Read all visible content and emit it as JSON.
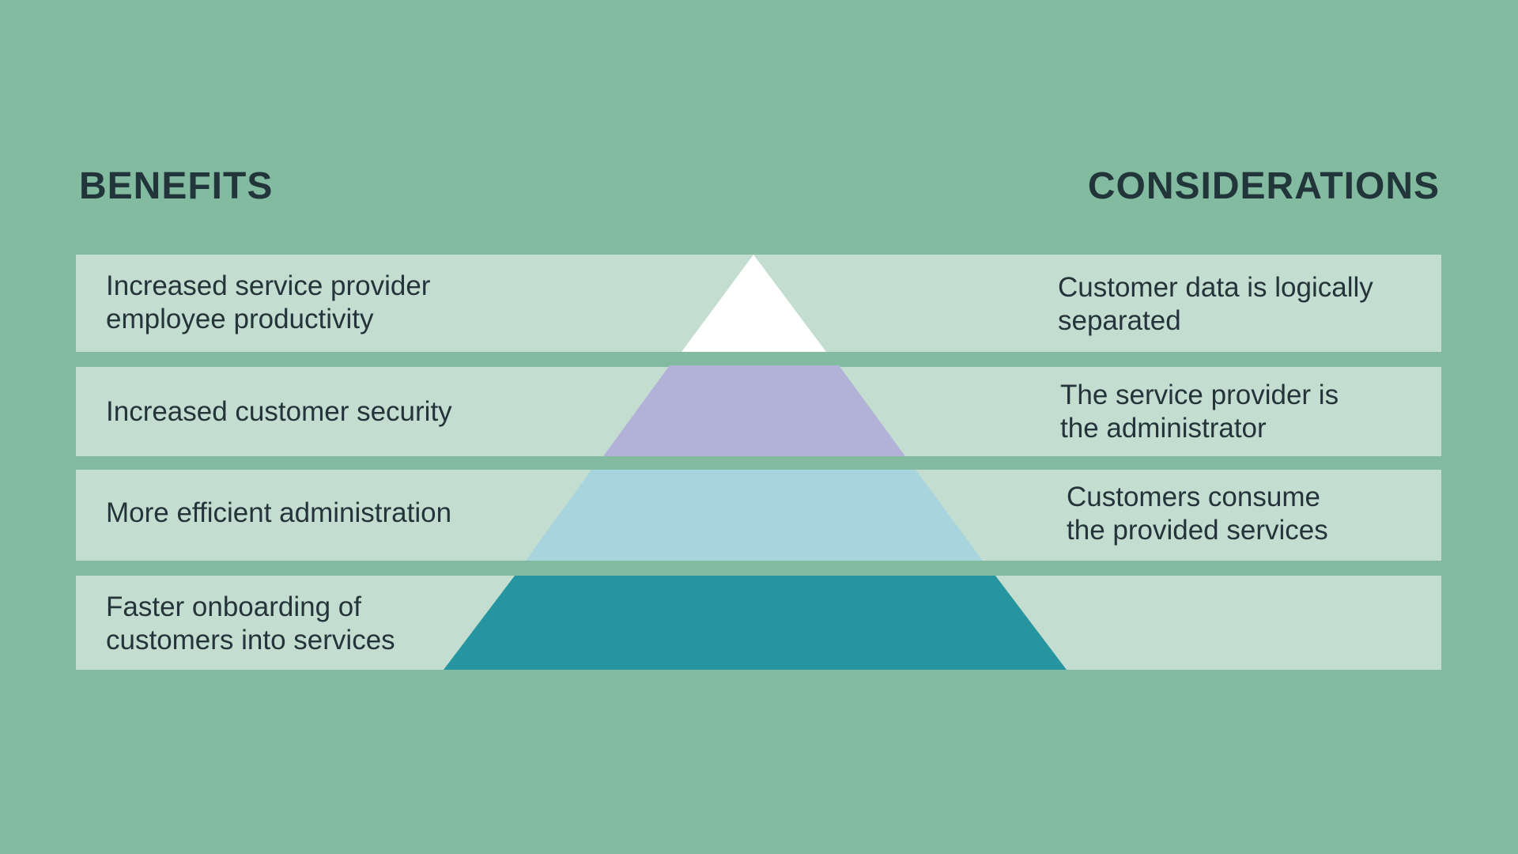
{
  "headings": {
    "benefits": "BENEFITS",
    "considerations": "CONSIDERATIONS"
  },
  "rows": [
    {
      "benefit": [
        "Increased service provider",
        "employee productivity"
      ],
      "consideration": [
        "Customer data is logically",
        "separated"
      ],
      "color": "#ffffff"
    },
    {
      "benefit": [
        "Increased customer security"
      ],
      "consideration": [
        "The service provider is",
        "the administrator"
      ],
      "color": "#b2b2d8"
    },
    {
      "benefit": [
        "More efficient administration"
      ],
      "consideration": [
        "Customers consume",
        "the provided services"
      ],
      "color": "#a8d4de"
    },
    {
      "benefit": [
        "Faster onboarding of",
        "customers into services"
      ],
      "consideration": [],
      "color": "#26959f"
    }
  ],
  "colors": {
    "background": "#82bb9f",
    "band": "#c3ded0",
    "text": "#24343a"
  }
}
